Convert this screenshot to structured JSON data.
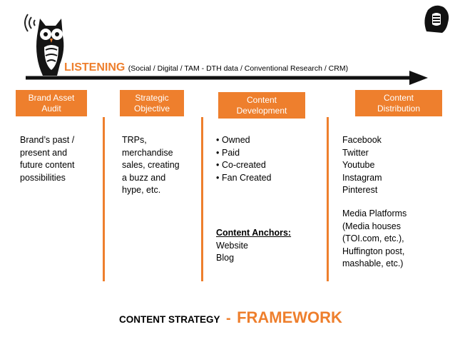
{
  "listening": {
    "label": "LISTENING",
    "detail": "(Social / Digital / TAM - DTH data / Conventional Research / CRM)"
  },
  "stages": [
    {
      "label_line1": "Brand Asset",
      "label_line2": "Audit"
    },
    {
      "label_line1": "Strategic",
      "label_line2": "Objective"
    },
    {
      "label_line1": "Content",
      "label_line2": "Development"
    },
    {
      "label_line1": "Content",
      "label_line2": "Distribution"
    }
  ],
  "columns": {
    "audit": {
      "lines": [
        "Brand’s past /",
        "present and",
        "future content",
        "possibilities"
      ]
    },
    "objective": {
      "lines": [
        "TRPs,",
        "merchandise",
        "sales, creating",
        "a buzz and",
        "hype, etc."
      ]
    },
    "development": {
      "bullets": [
        "Owned",
        "Paid",
        "Co-created",
        "Fan Created"
      ],
      "anchors_title": "Content Anchors:",
      "anchors": [
        "Website",
        "Blog"
      ]
    },
    "distribution": {
      "channels": [
        "Facebook",
        "Twitter",
        "Youtube",
        "Instagram",
        "Pinterest"
      ],
      "media_lines": [
        "Media Platforms",
        "(Media houses",
        "(TOI.com, etc.),",
        "Huffington post,",
        "mashable, etc.)"
      ]
    }
  },
  "footer": {
    "part1": "CONTENT STRATEGY",
    "dash": "-",
    "part2": "FRAMEWORK"
  },
  "colors": {
    "accent": "#ee7f2d",
    "arrow": "#111111"
  },
  "icons": {
    "left_logo": "owl-listening-icon",
    "right_logo": "portrait-emblem-icon"
  }
}
